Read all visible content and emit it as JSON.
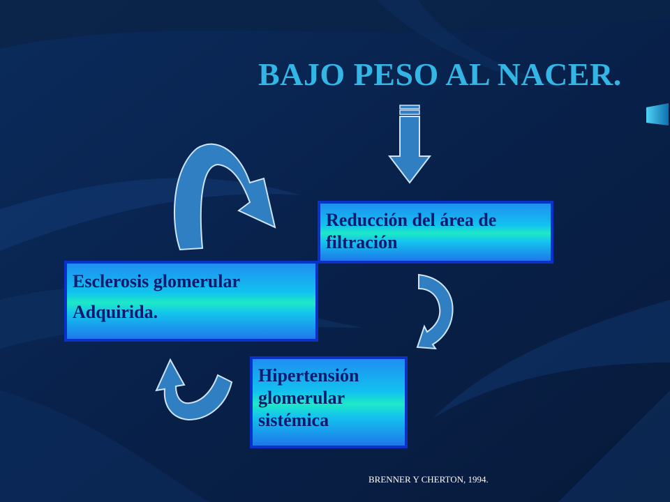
{
  "slide": {
    "title": "BAJO PESO AL NACER.",
    "boxes": {
      "reduccion": {
        "lines": [
          "Reducción del área de",
          "filtración"
        ]
      },
      "esclerosis": {
        "lines": [
          "Esclerosis glomerular",
          "Adquirida."
        ]
      },
      "hipertension": {
        "lines": [
          "Hipertensión",
          "glomerular",
          "sistémica"
        ]
      }
    },
    "citation": "BRENNER Y CHERTON, 1994."
  },
  "colors": {
    "background": "#08224a",
    "title": "#33b5e6",
    "box_border": "#0a32c8",
    "box_text": "#0b1a6e",
    "arrow_fill": "#2f7fc2",
    "arrow_stroke": "#cfe4f4"
  },
  "icons": [
    "down-arrow-icon",
    "curved-arrow-icon"
  ]
}
